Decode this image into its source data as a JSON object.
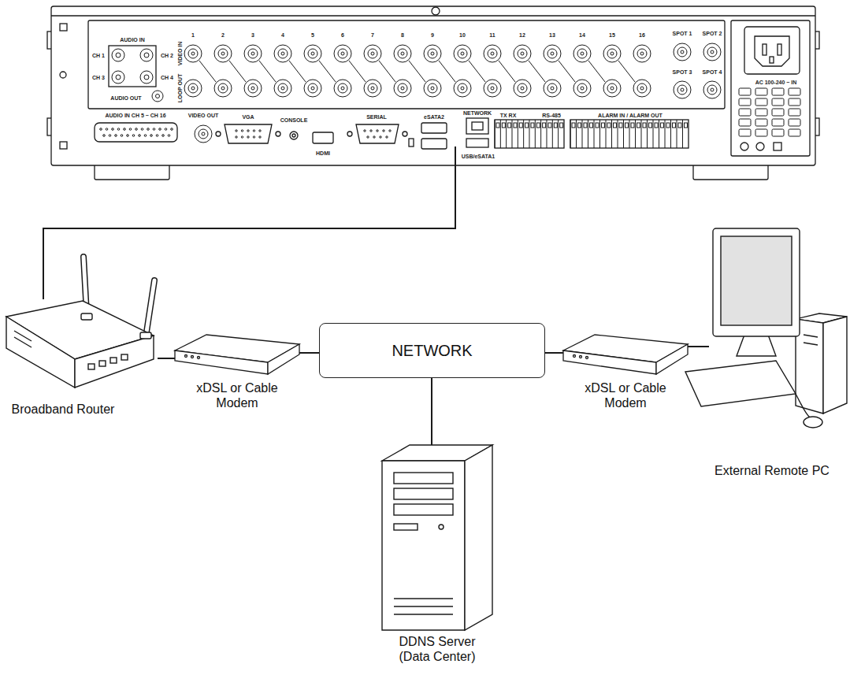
{
  "diagram": {
    "nodes": [
      {
        "text": [
          "AUDIO IN",
          "CH 1",
          "CH 2",
          "CH 3",
          "CH 4",
          "AUDIO OUT",
          "VIDEO IN",
          "LOOP OUT",
          "1",
          "2",
          "3",
          "4",
          "5",
          "6",
          "7",
          "8",
          "9",
          "10",
          "11",
          "12",
          "13",
          "14",
          "15",
          "16",
          "SPOT 1",
          "SPOT 2",
          "SPOT 3",
          "SPOT 4",
          "AC 100-240 ~ IN",
          "AUDIO IN CH 5 ~ CH 16",
          "VIDEO OUT",
          "VGA",
          "CONSOLE",
          "HDMI",
          "SERIAL",
          "eSATA2",
          "NETWORK",
          "USB/eSATA1",
          "TX RX",
          "RS-485",
          "ALARM IN / ALARM OUT"
        ]
      },
      {
        "text": [
          "Broadband Router"
        ]
      },
      {
        "text": [
          "xDSL or Cable Modem"
        ]
      },
      {
        "text": [
          "NETWORK"
        ]
      },
      {
        "text": [
          "xDSL or Cable Modem"
        ]
      },
      {
        "text": [
          "External Remote PC"
        ]
      },
      {
        "text": [
          "DDNS Server (Data Center)"
        ]
      }
    ],
    "edges": [
      {
        "from": 0,
        "to": 1,
        "arrow": "none"
      },
      {
        "from": 1,
        "to": 2,
        "arrow": "none"
      },
      {
        "from": 2,
        "to": 3,
        "arrow": "none"
      },
      {
        "from": 3,
        "to": 4,
        "arrow": "none"
      },
      {
        "from": 4,
        "to": 5,
        "arrow": "none"
      },
      {
        "from": 3,
        "to": 6,
        "arrow": "none"
      }
    ]
  }
}
